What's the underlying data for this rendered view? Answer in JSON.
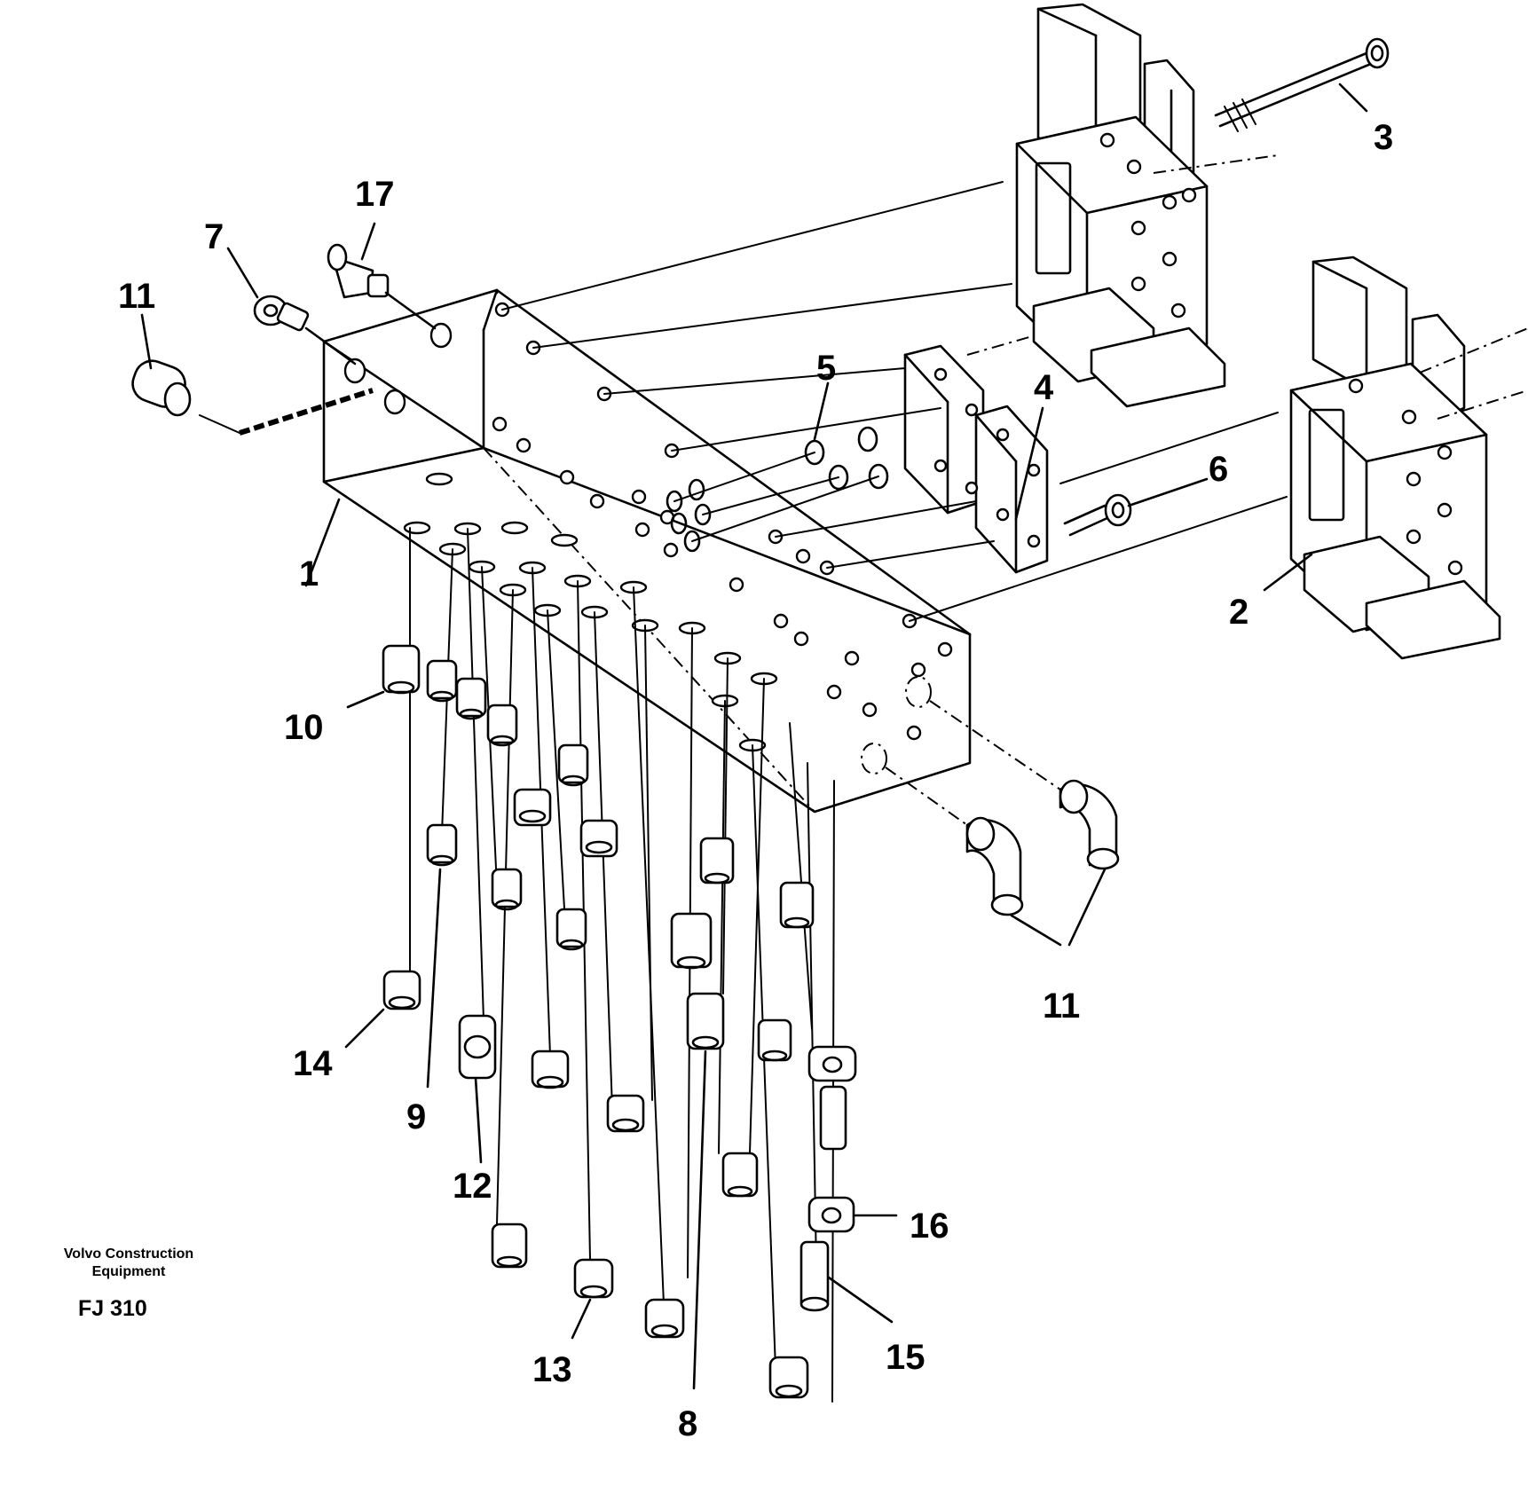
{
  "diagram": {
    "callouts": [
      {
        "id": "callout-1",
        "label": "1"
      },
      {
        "id": "callout-2",
        "label": "2"
      },
      {
        "id": "callout-3",
        "label": "3"
      },
      {
        "id": "callout-4",
        "label": "4"
      },
      {
        "id": "callout-5",
        "label": "5"
      },
      {
        "id": "callout-6",
        "label": "6"
      },
      {
        "id": "callout-7",
        "label": "7"
      },
      {
        "id": "callout-8",
        "label": "8"
      },
      {
        "id": "callout-9",
        "label": "9"
      },
      {
        "id": "callout-10",
        "label": "10"
      },
      {
        "id": "callout-11-top",
        "label": "11"
      },
      {
        "id": "callout-11-bottom",
        "label": "11"
      },
      {
        "id": "callout-12",
        "label": "12"
      },
      {
        "id": "callout-13",
        "label": "13"
      },
      {
        "id": "callout-14",
        "label": "14"
      },
      {
        "id": "callout-15",
        "label": "15"
      },
      {
        "id": "callout-16",
        "label": "16"
      },
      {
        "id": "callout-17",
        "label": "17"
      }
    ]
  },
  "caption": {
    "company_line_1": "Volvo Construction",
    "company_line_2": "Equipment",
    "drawing_code": "FJ 310"
  }
}
